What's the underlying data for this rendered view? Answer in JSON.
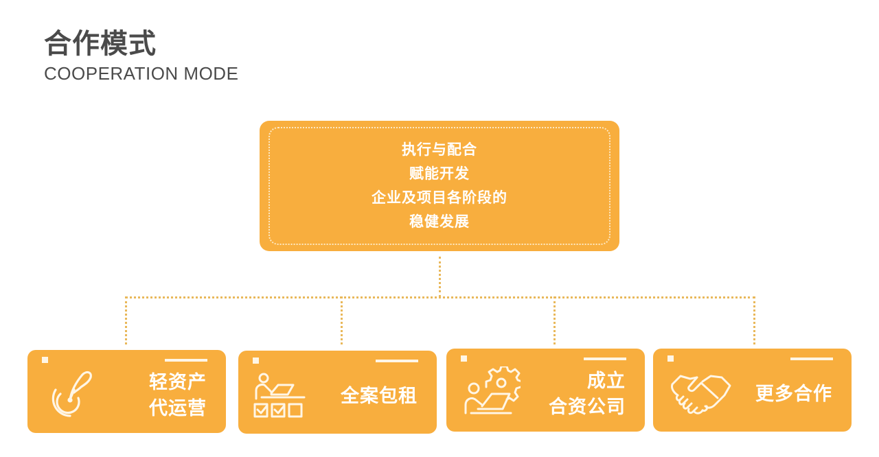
{
  "header": {
    "title": "合作模式",
    "subtitle": "COOPERATION MODE"
  },
  "top_box": {
    "lines": [
      "执行与配合",
      "赋能开发",
      "企业及项目各阶段的",
      "稳健发展"
    ]
  },
  "cards": [
    {
      "icon": "quill-pen-icon",
      "lines": [
        "轻资产",
        "代运营"
      ]
    },
    {
      "icon": "person-desk-checklist-icon",
      "lines": [
        "全案包租"
      ]
    },
    {
      "icon": "person-laptop-gear-icon",
      "lines": [
        "成立",
        "合资公司"
      ]
    },
    {
      "icon": "handshake-icon",
      "lines": [
        "更多合作"
      ]
    }
  ],
  "colors": {
    "box_fill": "#f8ae3e",
    "text_on_box": "#ffffff",
    "heading_text": "#4a4a4a",
    "connector": "#e9b85a"
  }
}
